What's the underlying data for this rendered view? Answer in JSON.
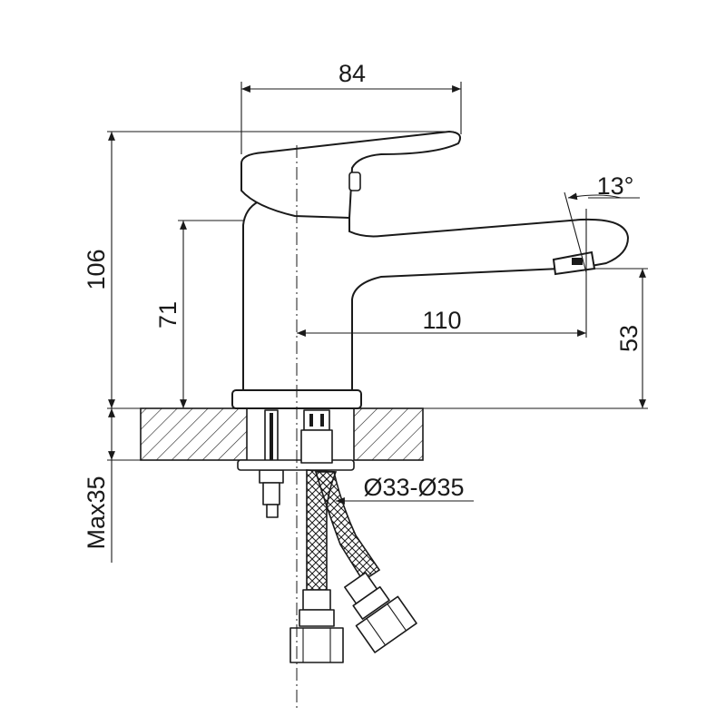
{
  "dimensions": {
    "handle_width": "84",
    "total_height": "106",
    "body_height": "71",
    "spout_reach": "110",
    "spout_height": "53",
    "spout_angle": "13°",
    "hole_diameter": "Ø33-Ø35",
    "max_counter_thickness": "Max35"
  },
  "colors": {
    "line": "#1a1a1a",
    "background": "#ffffff"
  }
}
